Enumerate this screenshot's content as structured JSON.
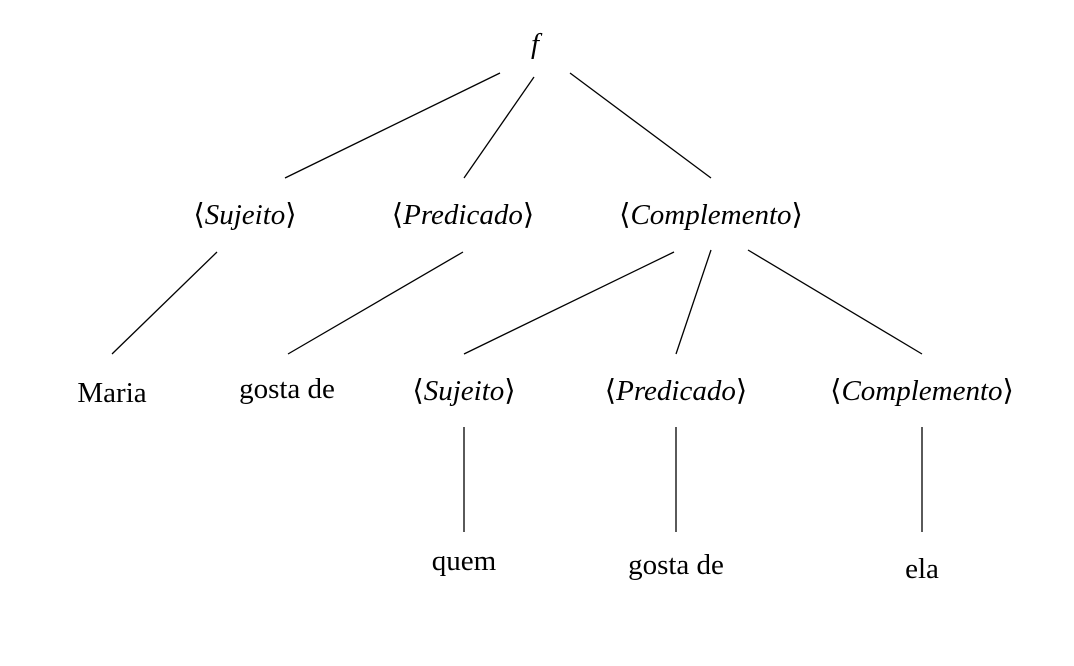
{
  "brackets": {
    "open": "⟨",
    "close": "⟩"
  },
  "root": "f",
  "level1": [
    "Sujeito",
    "Predicado",
    "Complemento"
  ],
  "level2_leaves": [
    "Maria",
    "gosta de"
  ],
  "level2_nodes": [
    "Sujeito",
    "Predicado",
    "Complemento"
  ],
  "level3_leaves": [
    "quem",
    "gosta de",
    "ela"
  ]
}
